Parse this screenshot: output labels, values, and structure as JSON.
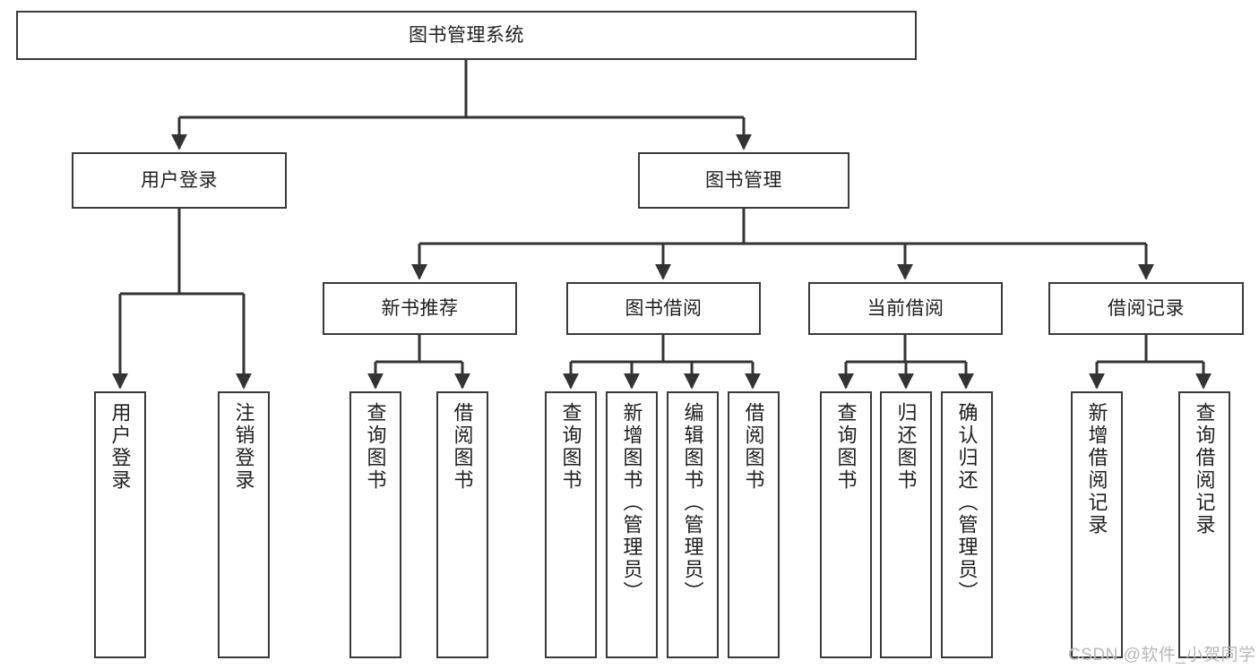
{
  "diagram": {
    "title": "图书管理系统",
    "type": "tree-hierarchy-chart",
    "colors": {
      "box_border": "#3a3a3a",
      "box_fill": "#ffffff",
      "connector": "#333333",
      "text": "#1f1f1f",
      "watermark": "#b8b8b8",
      "background": "#ffffff"
    },
    "watermark": "CSDN @软件_小贺同学",
    "root": {
      "label": "图书管理系统"
    },
    "level2": [
      {
        "label": "用户登录"
      },
      {
        "label": "图书管理"
      }
    ],
    "level3": [
      {
        "label": "新书推荐"
      },
      {
        "label": "图书借阅"
      },
      {
        "label": "当前借阅"
      },
      {
        "label": "借阅记录"
      }
    ],
    "leaves": {
      "user_login": [
        {
          "label": "用户登录"
        },
        {
          "label": "注销登录"
        }
      ],
      "new_book_recommend": [
        {
          "label": "查询图书"
        },
        {
          "label": "借阅图书"
        }
      ],
      "book_borrow": [
        {
          "label": "查询图书"
        },
        {
          "label": "新增图书（管理员）"
        },
        {
          "label": "编辑图书（管理员）"
        },
        {
          "label": "借阅图书"
        }
      ],
      "current_borrow": [
        {
          "label": "查询图书"
        },
        {
          "label": "归还图书"
        },
        {
          "label": "确认归还（管理员）"
        }
      ],
      "borrow_record": [
        {
          "label": "新增借阅记录"
        },
        {
          "label": "查询借阅记录"
        }
      ]
    }
  }
}
